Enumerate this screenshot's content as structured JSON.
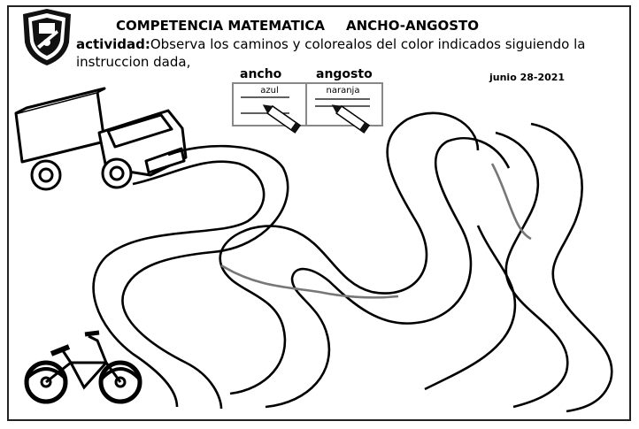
{
  "header": {
    "title": "COMPETENCIA MATEMATICA",
    "subtitle": "ANCHO-ANGOSTO"
  },
  "instruction": {
    "label": "actividad:",
    "text": "Observa los caminos y colorealos del color indicados siguiendo la instruccion dada,"
  },
  "date": "junio 28-2021",
  "legend": {
    "wide": {
      "heading": "ancho",
      "color_label": "azul",
      "color": "#1f4fd1"
    },
    "narrow": {
      "heading": "angosto",
      "color_label": "naranja",
      "color": "#f28a1a"
    }
  },
  "icons": [
    "school-crest-icon",
    "pencil-icon",
    "truck-icon",
    "bicycle-icon"
  ]
}
